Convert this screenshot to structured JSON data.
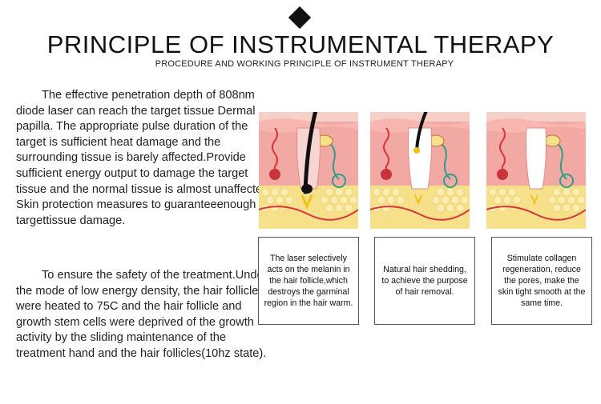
{
  "header": {
    "title": "PRINCIPLE OF INSTRUMENTAL THERAPY",
    "subtitle": "PROCEDURE AND WORKING PRINCIPLE OF INSTRUMENT THERAPY"
  },
  "body_text": {
    "paragraph1": "The effective penetration depth of 808nm diode laser can reach the target tissue Dermal papilla. The appropriate pulse duration of the target is sufficient heat damage and the surrounding tissue is barely affected.Provide sufficient energy output to damage the target tissue and the normal tissue is almost unaffected. Skin protection measures to guaranteeenough targettissue damage.",
    "paragraph2": "To ensure the safety of the treatment.Under the mode of low energy density, the hair follicles were heated to 75C and the hair follicle and growth stem cells were deprived of the growth activity by the sliding maintenance of the treatment hand and the hair follicles(10hz state)."
  },
  "panels": [
    {
      "caption": "The laser selectively acts on the melanin in the hair follicle,which destroys the garminal region in the hair warm."
    },
    {
      "caption": "Natural hair shedding, to achieve the purpose of hair removal."
    },
    {
      "caption": "Stimulate collagen regeneration, reduce the pores, make the skin tight smooth at the same time."
    }
  ],
  "colors": {
    "skin_top": "#f4c9c0",
    "dermis": "#f2a9a4",
    "fat": "#f6e08a",
    "follicle": "#ffffff",
    "hair": "#111111",
    "vessel_red": "#d8343a",
    "gland_green": "#2f9e8a"
  }
}
